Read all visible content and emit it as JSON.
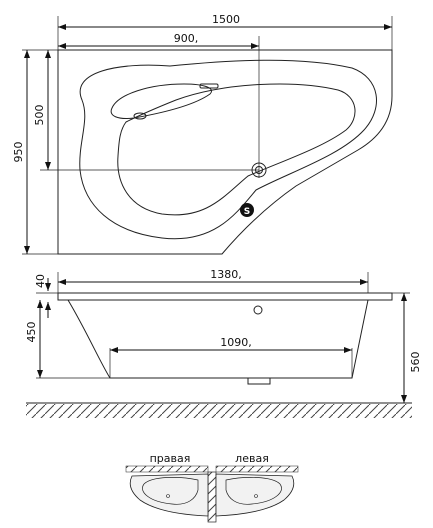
{
  "top_view": {
    "width_total": "1500",
    "width_to_drain": "900,",
    "height_total": "950",
    "height_to_drain": "500",
    "badge_letter": "S"
  },
  "side_view": {
    "rim": "40",
    "length_top": "1380,",
    "length_bottom": "1090,",
    "depth": "450",
    "height_total": "560"
  },
  "variants": {
    "right": "правая",
    "left": "левая"
  }
}
